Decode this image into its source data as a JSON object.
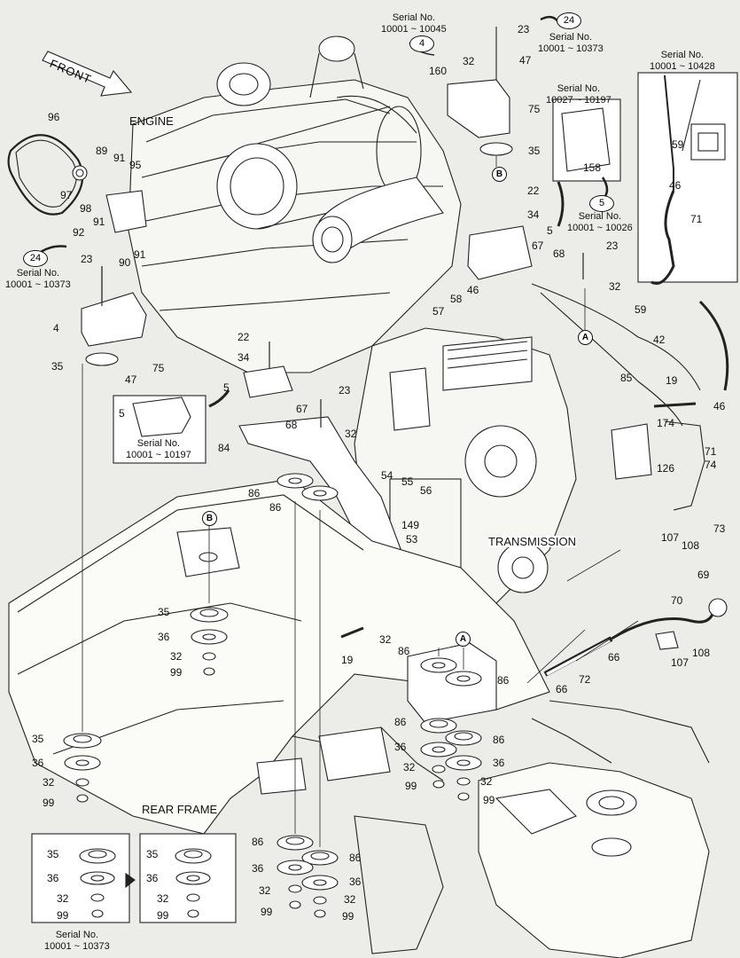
{
  "titles": {
    "engine": "ENGINE",
    "transmission": "TRANSMISSION",
    "rear_frame": "REAR FRAME",
    "front": "FRONT"
  },
  "serials": {
    "s10045": [
      "Serial No.",
      "10001 ~ 10045"
    ],
    "s10373_top": [
      "Serial No.",
      "10001 ~ 10373"
    ],
    "s10428": [
      "Serial No.",
      "10001 ~ 10428"
    ],
    "s10197_top": [
      "Serial No.",
      "10027 ~ 10197"
    ],
    "s10026": [
      "Serial No.",
      "10001 ~ 10026"
    ],
    "s10373_left": [
      "Serial No.",
      "10001 ~ 10373"
    ],
    "s10197_mid": [
      "Serial No.",
      "10001 ~ 10197"
    ],
    "s10373_bottom": [
      "Serial No.",
      "10001 ~ 10373"
    ]
  },
  "refs": {
    "r4": "4",
    "r24a": "24",
    "r24b": "24",
    "r5": "5",
    "fA1": "A",
    "fA2": "A",
    "fB1": "B",
    "fB2": "B"
  },
  "callouts": [
    "96",
    "97",
    "89",
    "91",
    "95",
    "98",
    "91",
    "92",
    "90",
    "91",
    "23",
    "4",
    "35",
    "47",
    "75",
    "160",
    "23",
    "32",
    "47",
    "75",
    "35",
    "158",
    "22",
    "34",
    "5",
    "67",
    "68",
    "23",
    "32",
    "58",
    "46",
    "57",
    "59",
    "42",
    "85",
    "59",
    "46",
    "71",
    "22",
    "34",
    "5",
    "67",
    "68",
    "23",
    "32",
    "84",
    "54",
    "55",
    "56",
    "149",
    "53",
    "19",
    "174",
    "126",
    "71",
    "74",
    "73",
    "46",
    "107",
    "108",
    "86",
    "86",
    "35",
    "36",
    "32",
    "99",
    "19",
    "32",
    "86",
    "86",
    "86",
    "36",
    "32",
    "99",
    "86",
    "36",
    "32",
    "99",
    "35",
    "36",
    "32",
    "99",
    "69",
    "70",
    "66",
    "107",
    "108",
    "72",
    "66",
    "86",
    "86",
    "36",
    "36",
    "32",
    "32",
    "99",
    "99",
    "35",
    "36",
    "32",
    "99",
    "35",
    "36",
    "32",
    "99",
    "5"
  ]
}
